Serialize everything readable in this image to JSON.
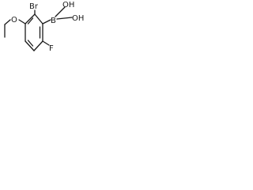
{
  "molecule": {
    "atoms": {
      "bromine": "Br",
      "hydroxyl_1": "OH",
      "hydroxyl_2": "OH",
      "boron": "B",
      "ether_oxygen": "O",
      "fluorine": "F"
    }
  }
}
